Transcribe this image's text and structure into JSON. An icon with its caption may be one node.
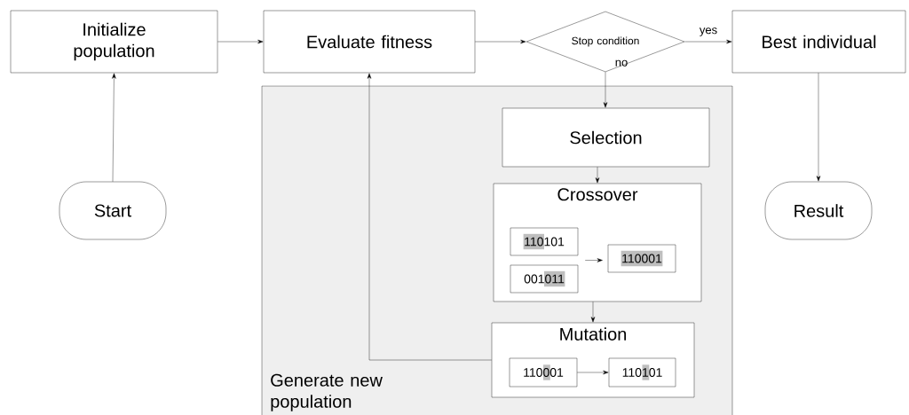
{
  "diagram": {
    "nodes": [
      {
        "text": [
          "Initialize population"
        ]
      },
      {
        "text": [
          "Start"
        ]
      },
      {
        "text": [
          "Evaluate fitness"
        ]
      },
      {
        "text": [
          "Stop condition"
        ]
      },
      {
        "text": [
          "Best individual"
        ]
      },
      {
        "text": [
          "Result"
        ]
      },
      {
        "text": [
          "Generate new population"
        ]
      },
      {
        "text": [
          "Selection"
        ],
        "in": 6
      },
      {
        "text": [
          "Crossover"
        ],
        "in": 6
      },
      {
        "text": [
          "110101"
        ],
        "in": 8
      },
      {
        "text": [
          "001011"
        ],
        "in": 8
      },
      {
        "text": [
          "110001"
        ],
        "in": 8
      },
      {
        "text": [
          "Mutation"
        ],
        "in": 6
      },
      {
        "text": [
          "110001"
        ],
        "in": 12
      },
      {
        "text": [
          "110101"
        ],
        "in": 12
      }
    ],
    "edges": [
      {
        "from": 0,
        "to": 2,
        "arrow": "to"
      },
      {
        "from": 2,
        "to": 3,
        "arrow": "to"
      },
      {
        "from": 3,
        "to": 4,
        "arrow": "to",
        "label": "yes"
      },
      {
        "from": 1,
        "to": 0,
        "arrow": "to"
      },
      {
        "from": 4,
        "to": 5,
        "arrow": "to"
      },
      {
        "from": 3,
        "to": 7,
        "arrow": "to",
        "label": "no"
      },
      {
        "from": 7,
        "to": 8,
        "arrow": "to"
      },
      {
        "from": 8,
        "to": 12,
        "arrow": "to"
      },
      {
        "from": 12,
        "to": 2,
        "arrow": "to"
      },
      {
        "from": 9,
        "to": 11,
        "arrow": "to"
      },
      {
        "from": 10,
        "to": 11,
        "arrow": "to"
      },
      {
        "from": 13,
        "to": 14,
        "arrow": "to"
      }
    ]
  }
}
